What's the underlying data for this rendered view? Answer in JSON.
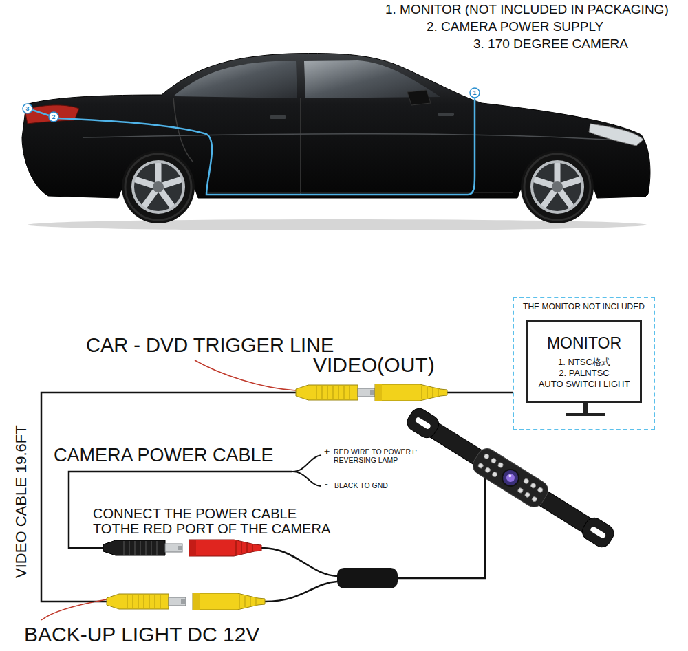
{
  "diagram": {
    "nodes": [
      {
        "text": [
          "THE MONITOR NOT INCLUDED"
        ]
      },
      {
        "text": [
          "MONITOR",
          "1. NTSC格式",
          "2. PALNTSC",
          "AUTO SWITCH LIGHT"
        ],
        "in": 0
      }
    ],
    "labels": [
      "1. MONITOR (NOT INCLUDED IN PACKAGING)",
      "2. CAMERA POWER SUPPLY",
      "3. 170 DEGREE CAMERA",
      "3",
      "2",
      "1",
      "CAR - DVD TRIGGER LINE",
      "VIDEO(OUT)",
      "VIDEO CABLE 19.6FT",
      "CAMERA POWER CABLE",
      "+",
      "RED WIRE TO POWER+: REVERSING LAMP",
      "-",
      "BLACK TO GND",
      "CONNECT THE POWER CABLE TOTHE RED PORT OF THE CAMERA",
      "BACK-UP LIGHT DC 12V"
    ]
  }
}
